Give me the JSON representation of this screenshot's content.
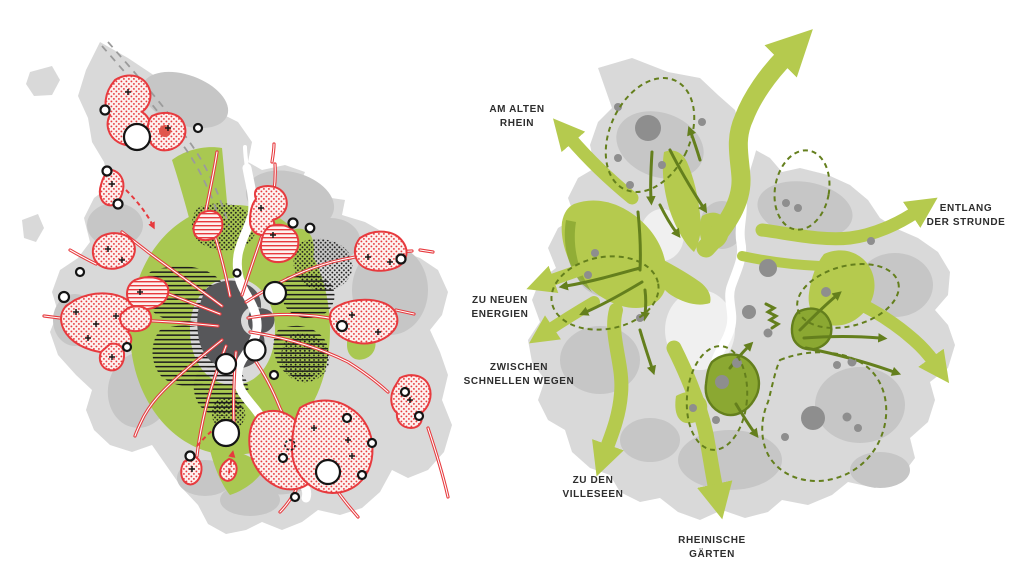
{
  "page": {
    "description": "Two schematic city-planning maps side by side: left an analysis map with red development areas, right a green-network concept map with labelled flow arrows"
  },
  "colors": {
    "background": "#ffffff",
    "city_light": "#d9d9d9",
    "city_medium": "#c6c6c6",
    "city_dark": "#57575a",
    "green_light": "#b5ca4e",
    "green_belt": "#a9c851",
    "green_mid": "#8ba832",
    "green_dark": "#647f1d",
    "accent_red": "#e73a3e",
    "node_fill": "#ffffff",
    "node_stroke": "#141414",
    "dot_gray": "#8e8e8e",
    "dashed_gray": "#9b9b9b",
    "label_text": "#2d2d2d"
  },
  "right_map": {
    "labels": [
      {
        "id": "am-alten-rhein",
        "line1": "AM ALTEN",
        "line2": "RHEIN"
      },
      {
        "id": "entlang-der-strunde",
        "line1": "ENTLANG",
        "line2": "DER STRUNDE"
      },
      {
        "id": "zu-neuen-energien",
        "line1": "ZU NEUEN",
        "line2": "ENERGIEN"
      },
      {
        "id": "zwischen-schnellen-wegen",
        "line1": "ZWISCHEN",
        "line2": "SCHNELLEN WEGEN"
      },
      {
        "id": "zu-den-villeseen",
        "line1": "ZU DEN",
        "line2": "VILLESEEN"
      },
      {
        "id": "rheinische-gaerten",
        "line1": "RHEINISCHE",
        "line2": "GÄRTEN"
      }
    ]
  }
}
